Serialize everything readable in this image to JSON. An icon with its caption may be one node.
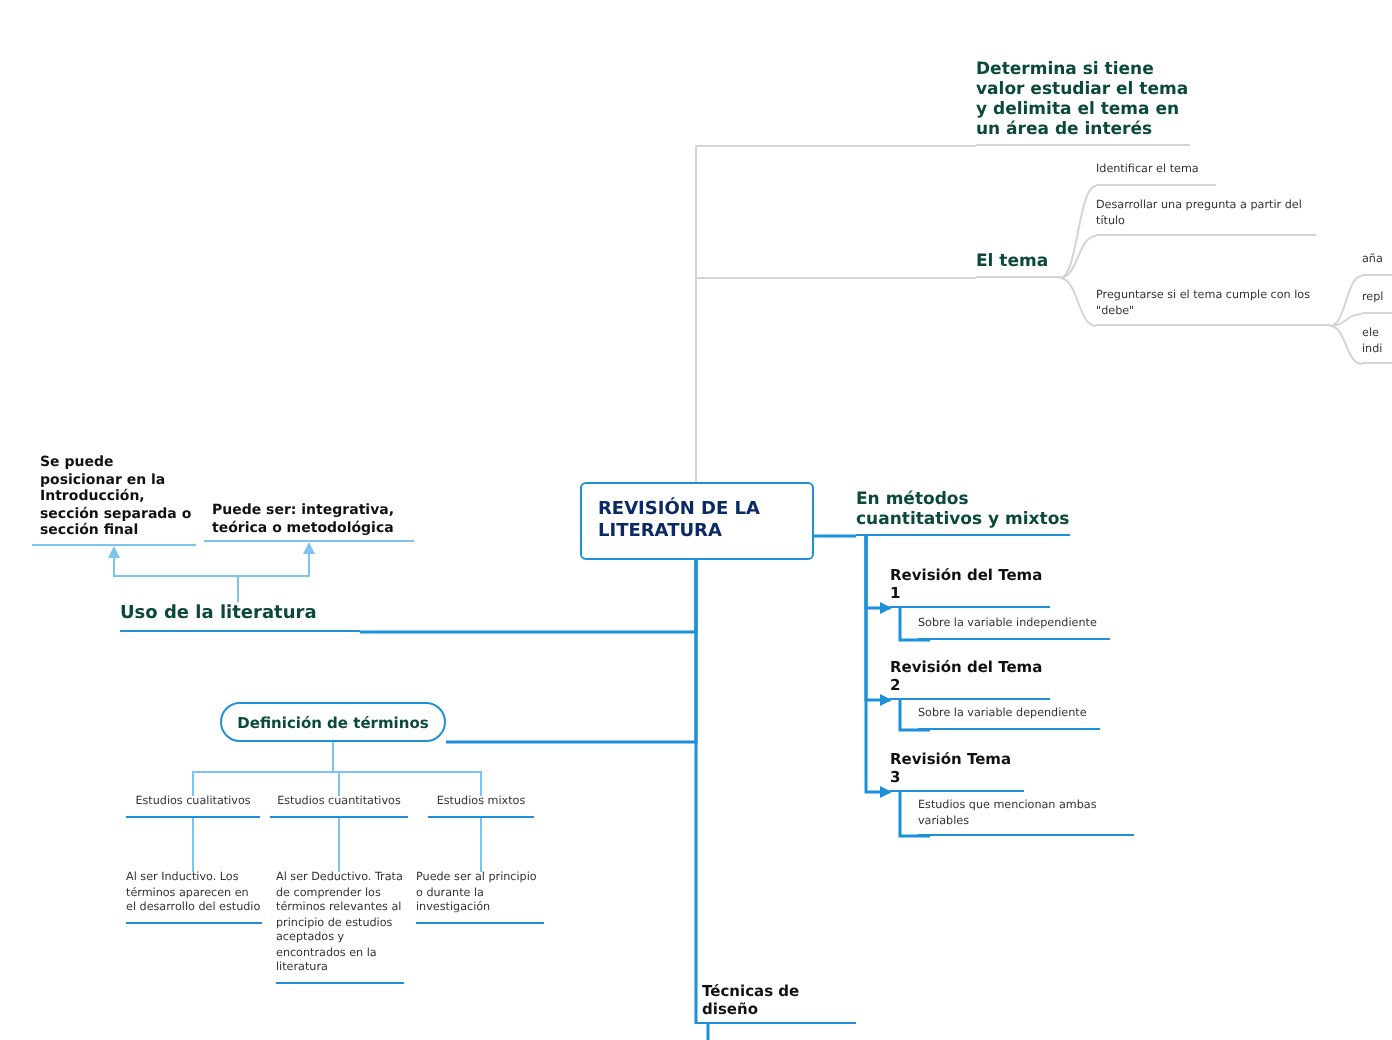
{
  "diagram": {
    "nodes": [
      {
        "text": [
          "REVISIÓN DE LA LITERATURA"
        ]
      },
      {
        "text": [
          "Determina si tiene valor estudiar el tema y delimita el tema en un área de interés"
        ]
      },
      {
        "text": [
          "El tema"
        ]
      },
      {
        "text": [
          "Identificar el tema"
        ]
      },
      {
        "text": [
          "Desarrollar una pregunta a partir del título"
        ]
      },
      {
        "text": [
          "Preguntarse si el tema cumple con los \"debe\""
        ]
      },
      {
        "text": [
          "aña"
        ]
      },
      {
        "text": [
          "repl"
        ]
      },
      {
        "text": [
          "ele indi"
        ]
      },
      {
        "text": [
          "En métodos cuantitativos y mixtos"
        ]
      },
      {
        "text": [
          "Revisión del Tema 1"
        ]
      },
      {
        "text": [
          "Sobre la variable independiente"
        ]
      },
      {
        "text": [
          "Revisión del Tema 2"
        ]
      },
      {
        "text": [
          "Sobre la variable dependiente"
        ]
      },
      {
        "text": [
          "Revisión Tema 3"
        ]
      },
      {
        "text": [
          "Estudios que mencionan ambas variables"
        ]
      },
      {
        "text": [
          "Técnicas de diseño"
        ]
      },
      {
        "text": [
          "Uso de la literatura"
        ]
      },
      {
        "text": [
          "Se puede posicionar en la Introducción, sección separada o sección final"
        ]
      },
      {
        "text": [
          "Puede ser: integrativa, teórica o metodológica"
        ]
      },
      {
        "text": [
          "Definición de términos"
        ]
      },
      {
        "text": [
          "Estudios cualitativos"
        ]
      },
      {
        "text": [
          "Estudios cuantitativos"
        ]
      },
      {
        "text": [
          "Estudios mixtos"
        ]
      },
      {
        "text": [
          "Al ser Inductivo. Los términos aparecen en el desarrollo del estudio"
        ]
      },
      {
        "text": [
          "Al ser Deductivo. Trata de comprender los términos relevantes al principio de estudios aceptados y encontrados en la literatura"
        ]
      },
      {
        "text": [
          "Puede ser al principio o durante la investigación"
        ]
      }
    ],
    "edges": [
      {
        "from": 0,
        "to": 1,
        "arrow": "none",
        "color": "#d4d4d4"
      },
      {
        "from": 0,
        "to": 2,
        "arrow": "none",
        "color": "#d4d4d4"
      },
      {
        "from": 2,
        "to": 3,
        "arrow": "none",
        "color": "#d4d4d4"
      },
      {
        "from": 2,
        "to": 4,
        "arrow": "none",
        "color": "#d4d4d4"
      },
      {
        "from": 2,
        "to": 5,
        "arrow": "none",
        "color": "#d4d4d4"
      },
      {
        "from": 5,
        "to": 6,
        "arrow": "none",
        "color": "#d4d4d4"
      },
      {
        "from": 5,
        "to": 7,
        "arrow": "none",
        "color": "#d4d4d4"
      },
      {
        "from": 5,
        "to": 8,
        "arrow": "none",
        "color": "#d4d4d4"
      },
      {
        "from": 0,
        "to": 9,
        "arrow": "none"
      },
      {
        "from": 9,
        "to": 10,
        "arrow": "to"
      },
      {
        "from": 9,
        "to": 12,
        "arrow": "to"
      },
      {
        "from": 9,
        "to": 14,
        "arrow": "to"
      },
      {
        "from": 10,
        "to": 11,
        "arrow": "none"
      },
      {
        "from": 12,
        "to": 13,
        "arrow": "none"
      },
      {
        "from": 14,
        "to": 15,
        "arrow": "none"
      },
      {
        "from": 0,
        "to": 16,
        "arrow": "none"
      },
      {
        "from": 16,
        "to": null,
        "arrow": "none"
      },
      {
        "from": 0,
        "to": 17,
        "arrow": "none"
      },
      {
        "from": 17,
        "to": 18,
        "arrow": "to",
        "color": "#7cc4f0"
      },
      {
        "from": 17,
        "to": 19,
        "arrow": "to",
        "color": "#7cc4f0"
      },
      {
        "from": 0,
        "to": 20,
        "arrow": "none"
      },
      {
        "from": 20,
        "to": 21,
        "arrow": "none",
        "color": "#7cc4f0"
      },
      {
        "from": 20,
        "to": 22,
        "arrow": "none",
        "color": "#7cc4f0"
      },
      {
        "from": 20,
        "to": 23,
        "arrow": "none",
        "color": "#7cc4f0"
      },
      {
        "from": 21,
        "to": 24,
        "arrow": "none",
        "color": "#7cc4f0"
      },
      {
        "from": 22,
        "to": 25,
        "arrow": "none",
        "color": "#7cc4f0"
      },
      {
        "from": 23,
        "to": 26,
        "arrow": "none",
        "color": "#7cc4f0"
      }
    ]
  }
}
